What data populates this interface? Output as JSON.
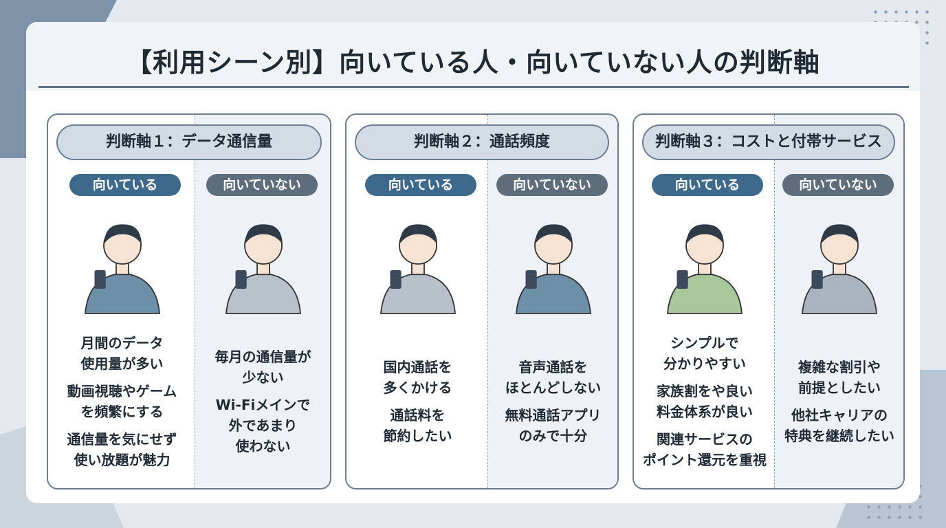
{
  "title": "【利用シーン別】向いている人・向いていない人の判断軸",
  "labels": {
    "good": "向いている",
    "bad": "向いていない"
  },
  "panels": [
    {
      "header": "判断軸１：データ通信量",
      "good": [
        "月間のデータ\n使用量が多い",
        "動画視聴やゲーム\nを頻繁にする",
        "通信量を気にせず\n使い放題が魅力"
      ],
      "bad": [
        "毎月の通信量が\n少ない",
        "Wi-Fiメインで\n外であまり\n使わない"
      ]
    },
    {
      "header": "判断軸２：通話頻度",
      "good": [
        "国内通話を\n多くかける",
        "通話料を\n節約したい"
      ],
      "bad": [
        "音声通話を\nほとんどしない",
        "無料通話アプリ\nのみで十分"
      ]
    },
    {
      "header": "判断軸３：コストと付帯サービス",
      "good": [
        "シンプルで\n分かりやすい",
        "家族割をや良い\n料金体系が良い",
        "関連サービスの\nポイント還元を重視"
      ],
      "bad": [
        "複雑な割引や\n前提としたい",
        "他社キャリアの\n特典を継続したい"
      ]
    }
  ],
  "colors": {
    "good": "#3d6a8c",
    "bad": "#5e6d7c",
    "border": "#6b7e92"
  }
}
